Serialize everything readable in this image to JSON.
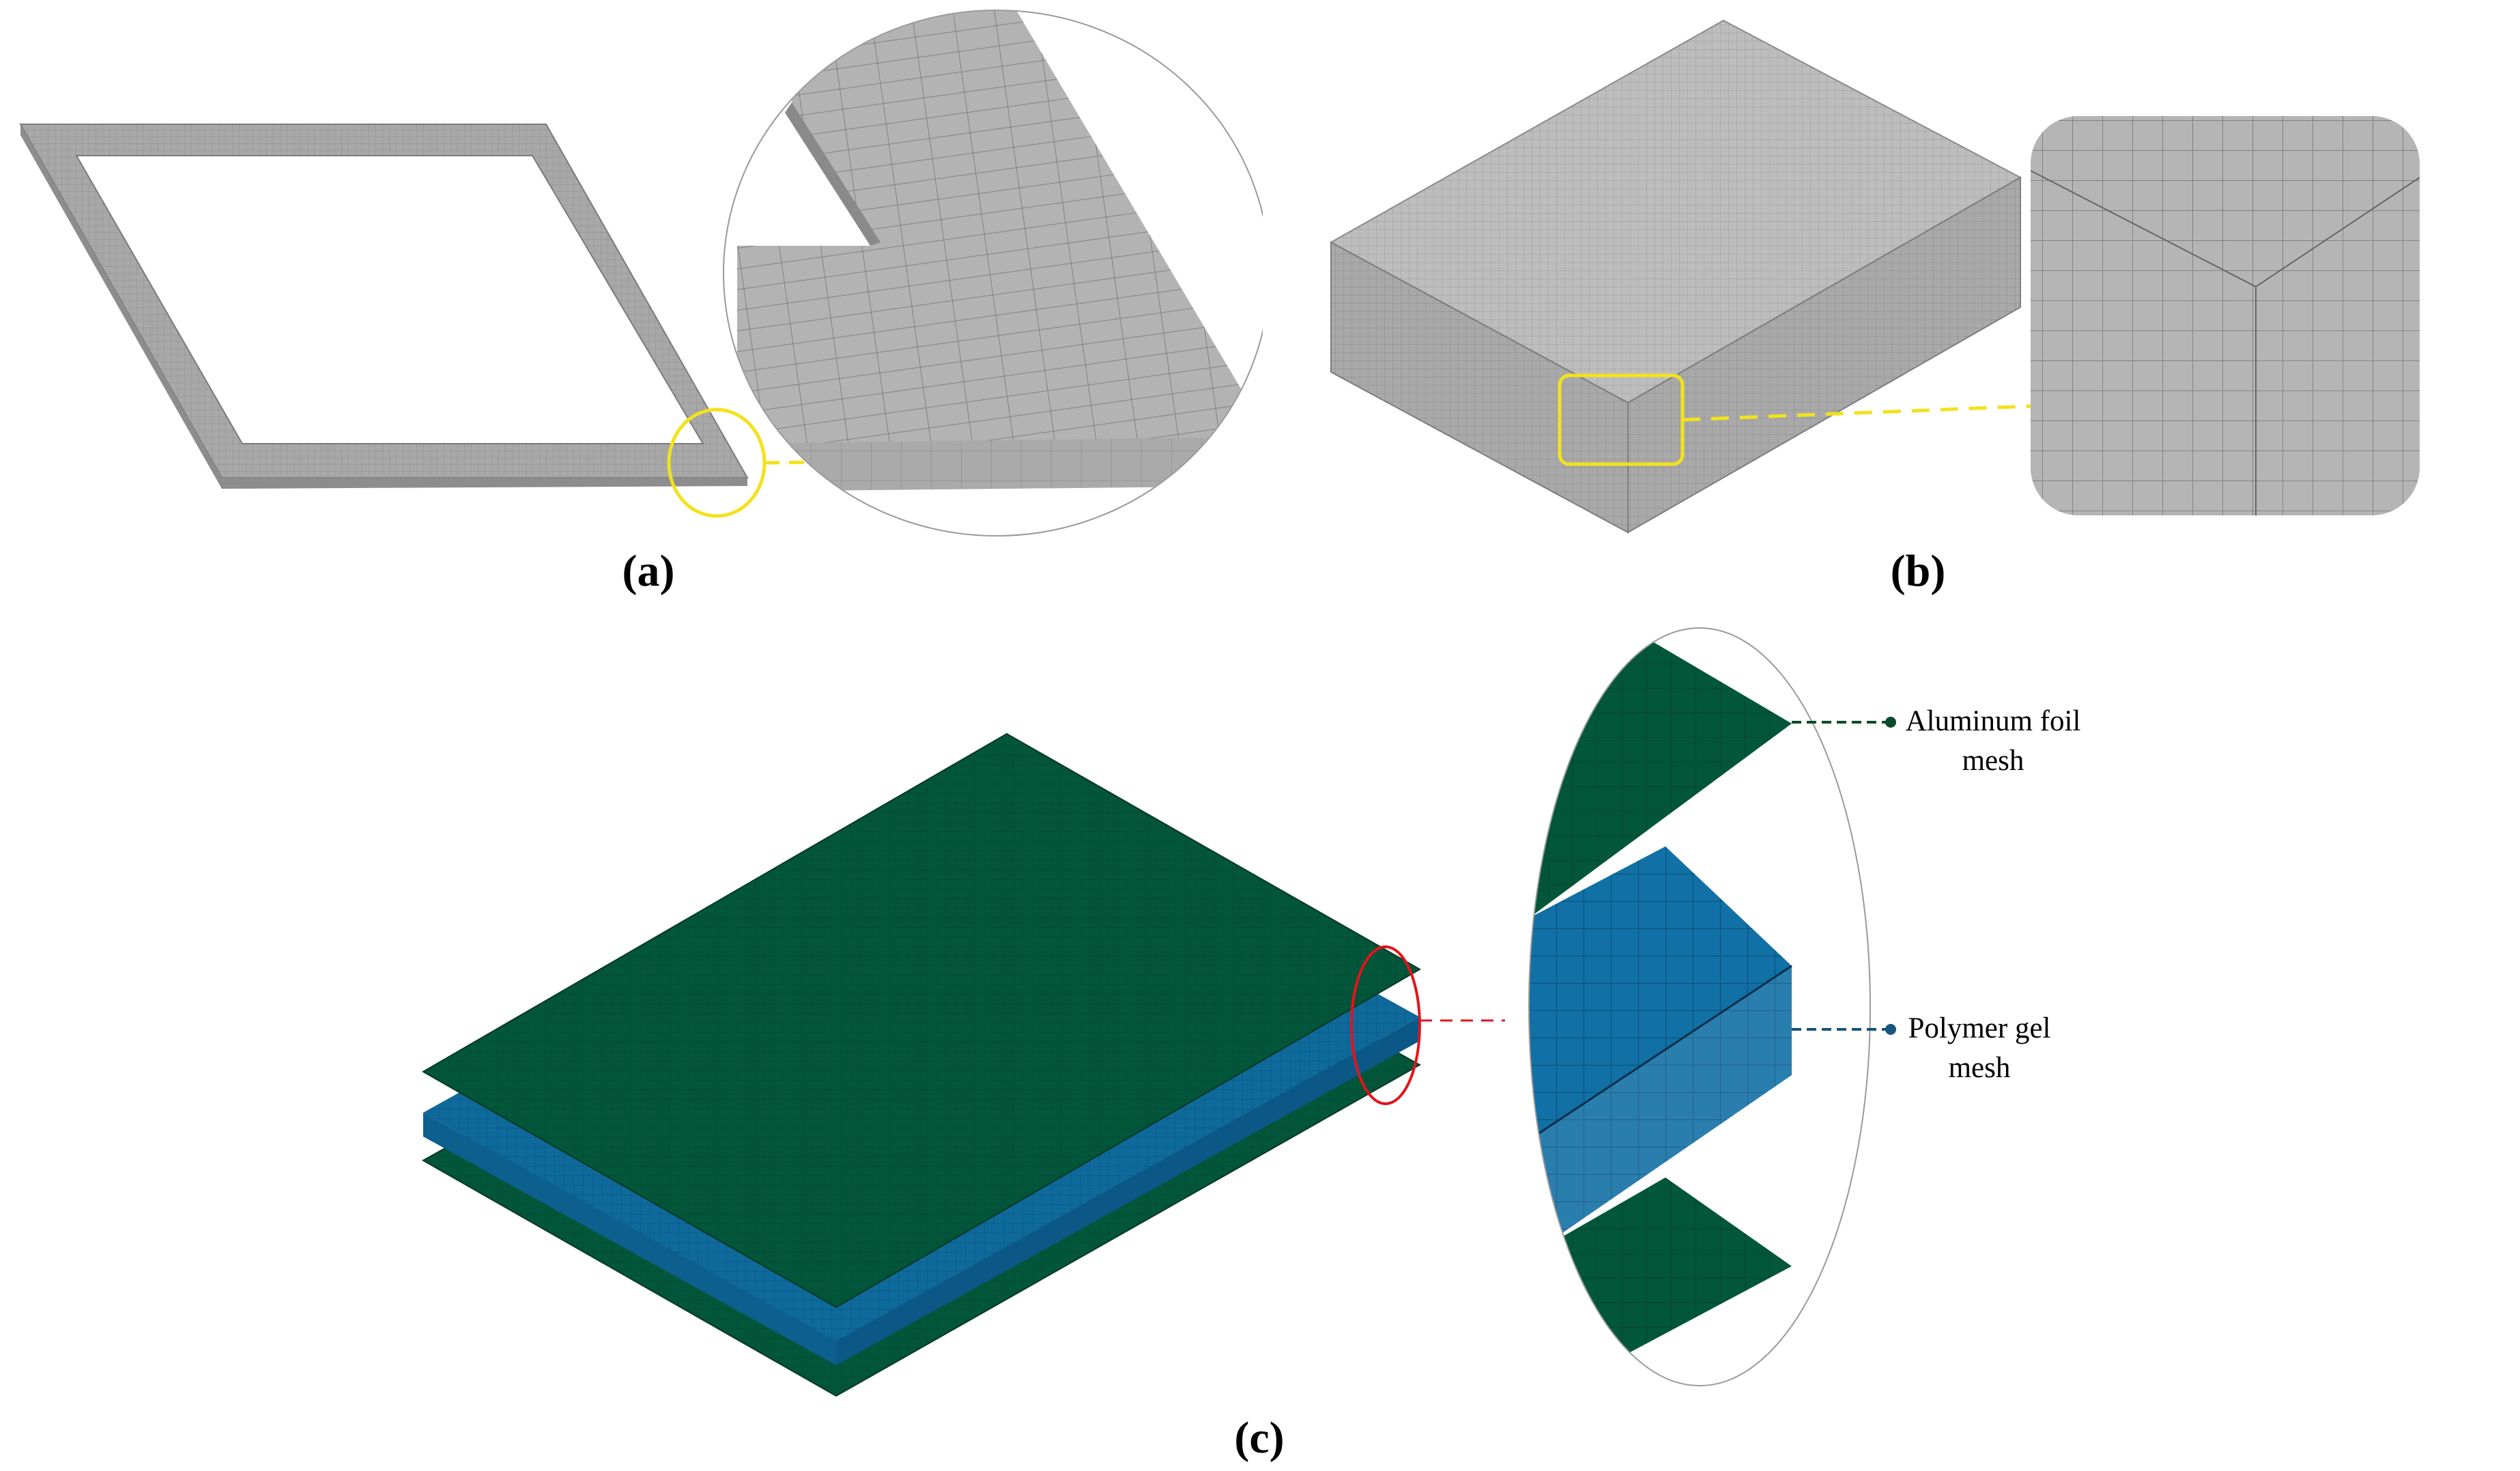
{
  "panels": {
    "a": {
      "label": "(a)"
    },
    "b": {
      "label": "(b)"
    },
    "c": {
      "label": "(c)"
    }
  },
  "callouts": {
    "aluminum": {
      "line1": "Aluminum foil",
      "line2": "mesh"
    },
    "polymer": {
      "line1": "Polymer gel",
      "line2": "mesh"
    }
  },
  "colors": {
    "frame_gray": "#a8a8a8",
    "block_gray": "#b9b9b9",
    "foil_green": "#02563a",
    "gel_blue": "#0f6a9c",
    "highlight_yellow": "#f2e21c",
    "highlight_red": "#e2141c",
    "aluminum_leader": "#0c4a2e",
    "polymer_leader": "#18547c"
  }
}
